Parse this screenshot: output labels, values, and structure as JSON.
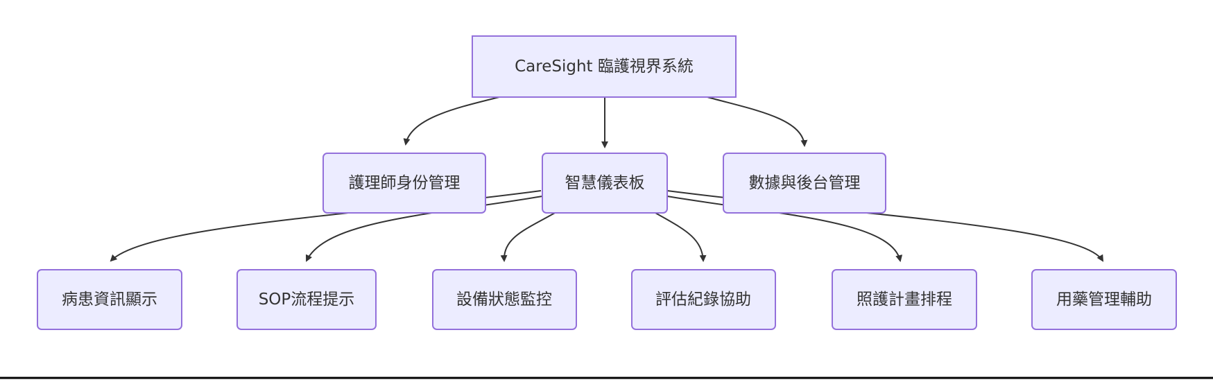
{
  "diagram": {
    "type": "flowchart-top-down",
    "colors": {
      "node_fill": "#ECECFF",
      "node_stroke": "#9370DB",
      "edge": "#333333",
      "text": "#333333"
    },
    "nodes": {
      "root": "CareSight 臨護視界系統",
      "nurse_identity": "護理師身份管理",
      "dashboard": "智慧儀表板",
      "data_admin": "數據與後台管理",
      "patient_info": "病患資訊顯示",
      "sop": "SOP流程提示",
      "device_monitor": "設備狀態監控",
      "assessment": "評估紀錄協助",
      "care_schedule": "照護計畫排程",
      "medication": "用藥管理輔助"
    },
    "edges": [
      {
        "from": "root",
        "to": "nurse_identity"
      },
      {
        "from": "root",
        "to": "dashboard"
      },
      {
        "from": "root",
        "to": "data_admin"
      },
      {
        "from": "dashboard",
        "to": "patient_info"
      },
      {
        "from": "dashboard",
        "to": "sop"
      },
      {
        "from": "dashboard",
        "to": "device_monitor"
      },
      {
        "from": "dashboard",
        "to": "assessment"
      },
      {
        "from": "dashboard",
        "to": "care_schedule"
      },
      {
        "from": "dashboard",
        "to": "medication"
      }
    ]
  }
}
